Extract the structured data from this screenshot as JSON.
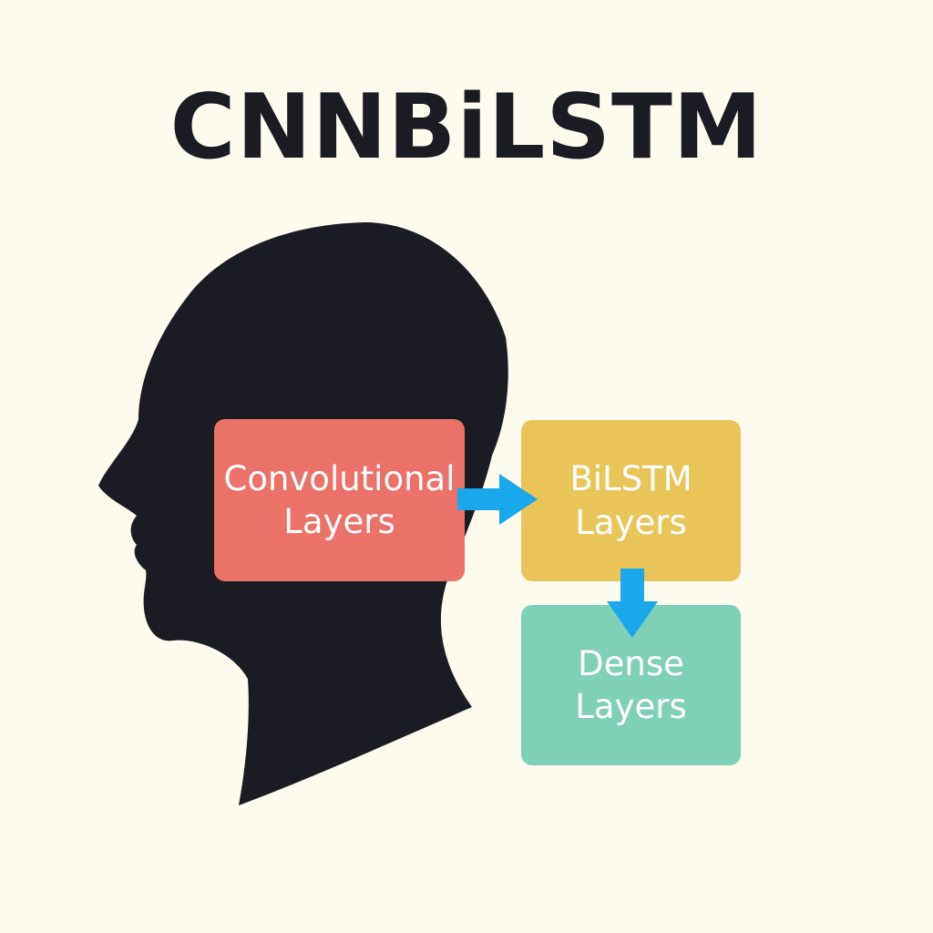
{
  "diagram": {
    "title": "CNNBiLSTM",
    "boxes": {
      "conv": {
        "line1": "Convolutional",
        "line2": "Layers",
        "color": "#ea7268"
      },
      "bilstm": {
        "line1": "BiLSTM",
        "line2": "Layers",
        "color": "#e9c458"
      },
      "dense": {
        "line1": "Dense",
        "line2": "Layers",
        "color": "#7ed0b7"
      }
    },
    "colors": {
      "background": "#fdfaee",
      "head": "#1b1b23",
      "arrow": "#1aa7ec"
    },
    "icons": [
      "head-silhouette-icon",
      "arrow-right-icon",
      "arrow-down-icon"
    ]
  }
}
